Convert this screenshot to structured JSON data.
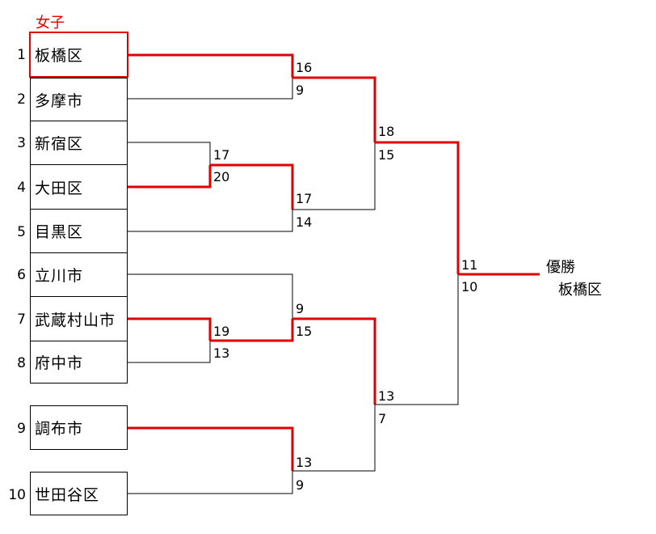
{
  "title": "女子",
  "teams": [
    {
      "seed": "1",
      "name": "板橋区"
    },
    {
      "seed": "2",
      "name": "多摩市"
    },
    {
      "seed": "3",
      "name": "新宿区"
    },
    {
      "seed": "4",
      "name": "大田区"
    },
    {
      "seed": "5",
      "name": "目黒区"
    },
    {
      "seed": "6",
      "name": "立川市"
    },
    {
      "seed": "7",
      "name": "武蔵村山市"
    },
    {
      "seed": "8",
      "name": "府中市"
    },
    {
      "seed": "9",
      "name": "調布市"
    },
    {
      "seed": "10",
      "name": "世田谷区"
    }
  ],
  "scores": [
    "17",
    "20",
    "19",
    "13",
    "16",
    "9",
    "17",
    "14",
    "9",
    "15",
    "13",
    "9",
    "18",
    "15",
    "13",
    "7",
    "11",
    "10"
  ],
  "champion": {
    "label": "優勝",
    "name": "板橋区"
  },
  "colors": {
    "winner_line": "#e00000",
    "loser_line": "#000000"
  }
}
